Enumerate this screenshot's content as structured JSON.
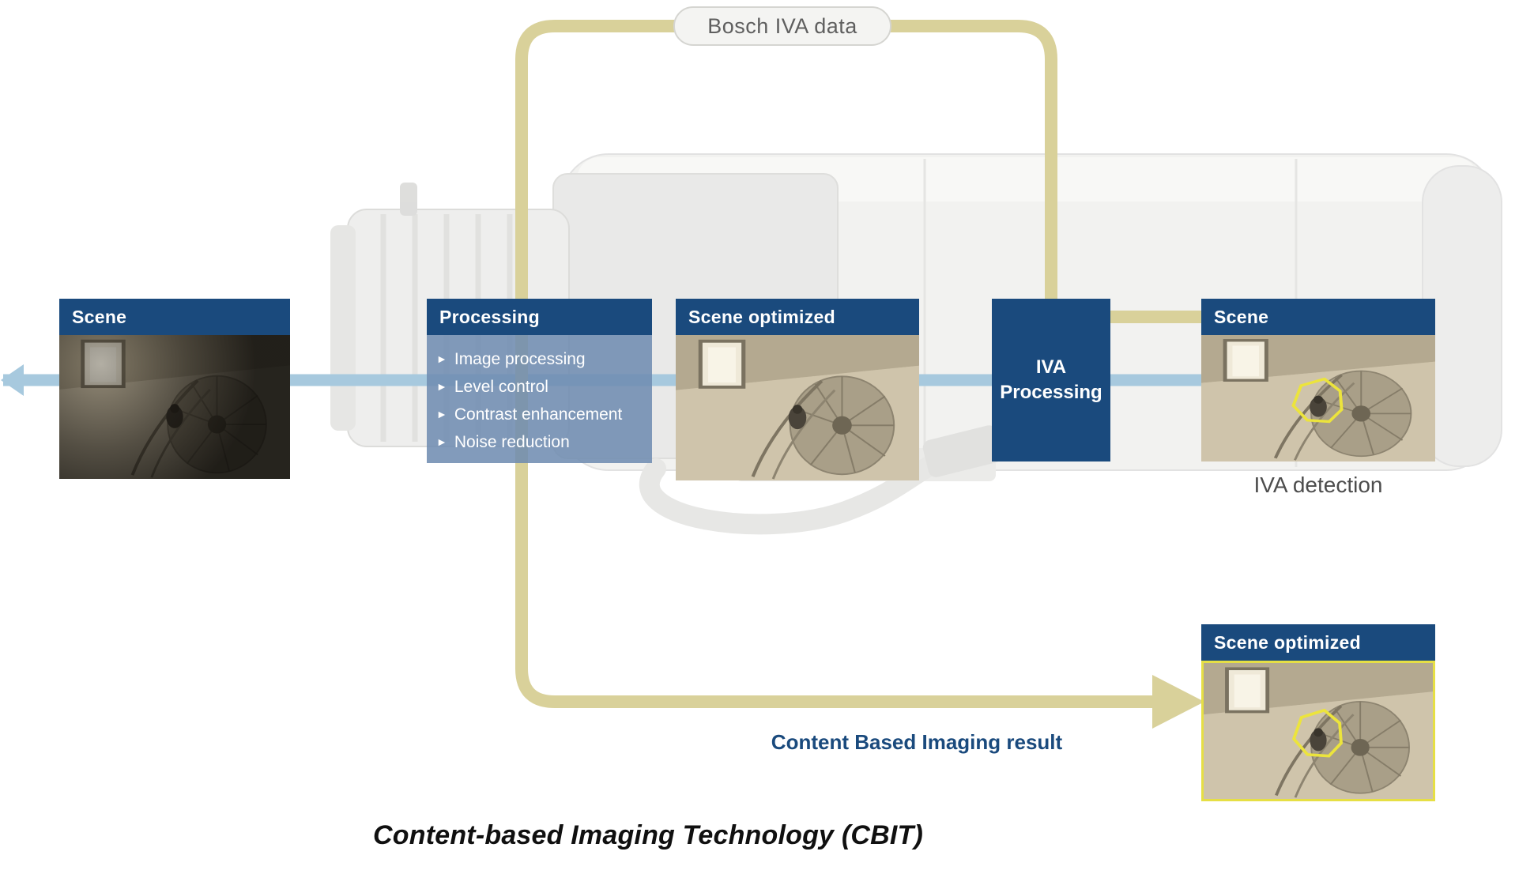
{
  "diagram": {
    "iva_pill": "Bosch IVA data",
    "scene_input": {
      "title": "Scene"
    },
    "processing": {
      "title": "Processing",
      "bullet_glyph": "►",
      "items": [
        "Image processing",
        "Level control",
        "Contrast enhancement",
        "Noise reduction"
      ]
    },
    "scene_optimized": {
      "title": "Scene optimized"
    },
    "iva_processing": {
      "lines": [
        "IVA",
        "Processing"
      ]
    },
    "scene_output": {
      "title": "Scene",
      "caption": "IVA detection"
    },
    "result_box": {
      "title": "Scene optimized"
    },
    "result_label": "Content Based Imaging result",
    "caption": "Content-based Imaging Technology (CBIT)"
  },
  "colors": {
    "header_blue": "#1a4a7d",
    "flow_blue": "#a7c9de",
    "loop_yellow": "#d9d19a",
    "detect_yellow": "#ece43c"
  }
}
